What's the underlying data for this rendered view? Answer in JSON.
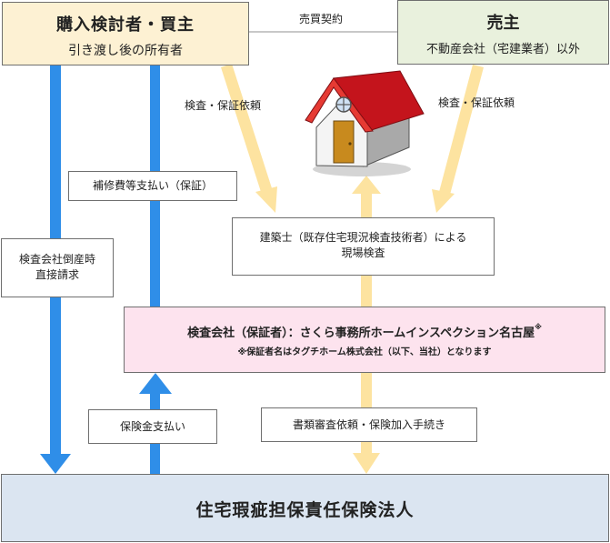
{
  "buyer": {
    "title": "購入検討者・買主",
    "subtitle": "引き渡し後の所有者"
  },
  "seller": {
    "title": "売主",
    "subtitle": "不動産会社（宅建業者）以外"
  },
  "labels": {
    "contract": "売買契約",
    "request_left": "検査・保証依頼",
    "request_right": "検査・保証依頼",
    "repair_payment": "補修費等支払い（保証）",
    "bankrupt_line1": "検査会社倒産時",
    "bankrupt_line2": "直接請求",
    "insurance_payment": "保険金支払い",
    "documents": "書類審査依頼・保険加入手続き"
  },
  "inspector": {
    "line1": "建築士（既存住宅現況検査技術者）による",
    "line2": "現場検査"
  },
  "company": {
    "title": "検査会社（保証者）：さくら事務所ホームインスペクション名古屋",
    "title_mark": "※",
    "note": "※保証者名はタグチホーム株式会社（以下、当社）となります"
  },
  "insurer": {
    "title": "住宅瑕疵担保責任保険法人"
  },
  "icons": {
    "house": "house-icon"
  },
  "colors": {
    "blue_arrow": "#2f8ee8",
    "yellow_arrow": "#fde3a0",
    "buyer_fill": "#fdf1d3",
    "seller_fill": "#e9f1dd",
    "company_fill": "#fde3ee",
    "insurer_fill": "#dbe5f1",
    "roof_red": "#c4141c"
  }
}
